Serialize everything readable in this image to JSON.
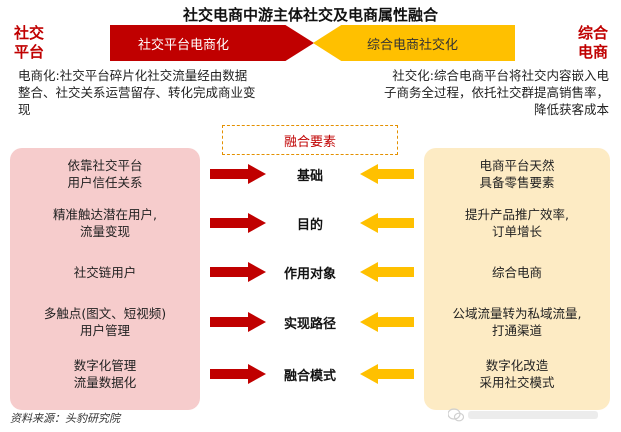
{
  "title": "社交电商中游主体社交及电商属性融合",
  "left_side_label": "社交\n平台",
  "right_side_label": "综合\n电商",
  "banner_left": "社交平台电商化",
  "banner_right": "综合电商社交化",
  "desc_left": "电商化:社交平台碎片化社交流量经由数据整合、社交关系运营留存、转化完成商业变现",
  "desc_right": "社交化:综合电商平台将社交内容嵌入电子商务全过程，依托社交群提高销售率，降低获客成本",
  "elements_label": "融合要素",
  "rows": [
    {
      "left": "依靠社交平台\n用户信任关系",
      "center": "基础",
      "right": "电商平台天然\n具备零售要素"
    },
    {
      "left": "精准触达潜在用户,\n流量变现",
      "center": "目的",
      "right": "提升产品推广效率,\n订单增长"
    },
    {
      "left": "社交链用户",
      "center": "作用对象",
      "right": "综合电商"
    },
    {
      "left": "多触点(图文、短视频)\n用户管理",
      "center": "实现路径",
      "right": "公域流量转为私域流量,\n打通渠道"
    },
    {
      "left": "数字化管理\n流量数据化",
      "center": "融合模式",
      "right": "数字化改造\n采用社交模式"
    }
  ],
  "source": "资料来源：头豹研究院",
  "colors": {
    "red": "#c00000",
    "yellow": "#ffc000",
    "pink_panel": "#f6cccc",
    "cream_panel": "#fdebc4"
  }
}
